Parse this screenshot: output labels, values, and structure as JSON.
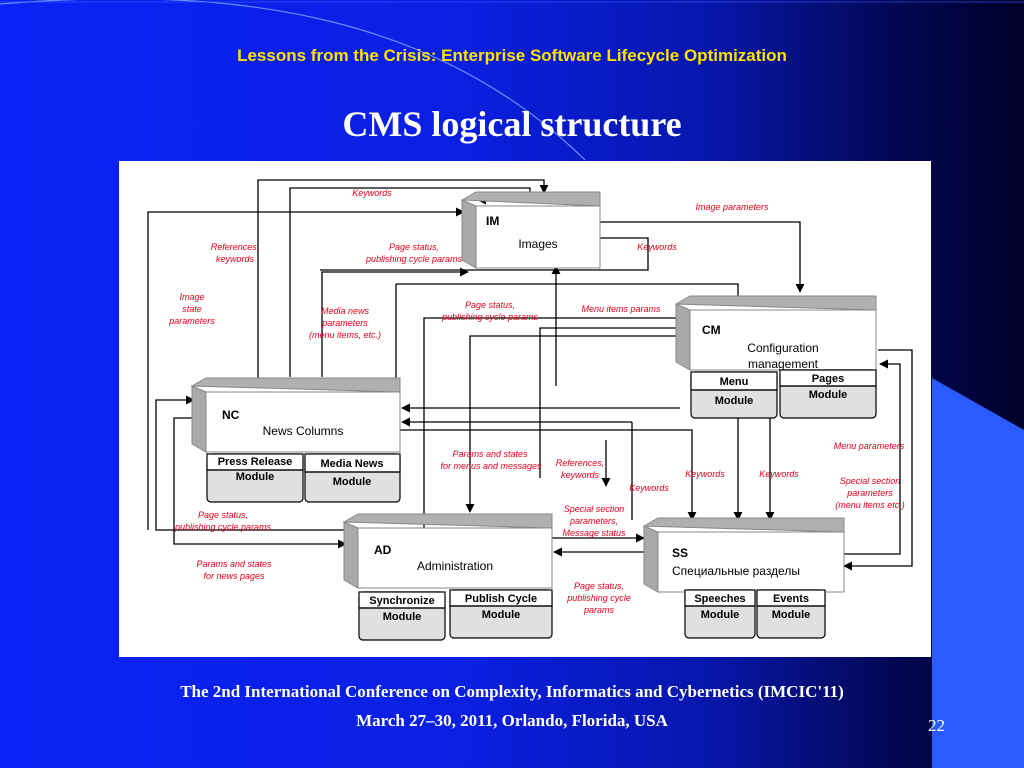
{
  "slide": {
    "header": "Lessons from the Crisis: Enterprise Software Lifecycle Optimization",
    "title": "CMS logical structure",
    "footer_line1": "The 2nd International Conference on Complexity, Informatics and Cybernetics  (IMCIC'11)",
    "footer_line2": "March 27–30, 2011, Orlando, Florida, USA",
    "page_number": "22",
    "colors": {
      "header": "#ffe100",
      "background": "#0a1fe2",
      "edge_labels": "#e8001c"
    }
  },
  "diagram": {
    "blocks": {
      "im": {
        "code": "IM",
        "name": "Images"
      },
      "cm": {
        "code": "CM",
        "name_line1": "Configuration",
        "name_line2": "management"
      },
      "nc": {
        "code": "NC",
        "name": "News Columns"
      },
      "ad": {
        "code": "AD",
        "name": "Administration"
      },
      "ss": {
        "code": "SS",
        "name": "Специальные разделы"
      }
    },
    "modules": {
      "cm_menu": {
        "title": "Menu",
        "sub": "Module"
      },
      "cm_pages": {
        "title": "Pages",
        "sub": "Module"
      },
      "nc_press": {
        "title": "Press Release",
        "sub": "Module"
      },
      "nc_media": {
        "title": "Media News",
        "sub": "Module"
      },
      "ad_sync": {
        "title": "Synchronize",
        "sub": "Module"
      },
      "ad_publish": {
        "title": "Publish Cycle",
        "sub": "Module"
      },
      "ss_speeches": {
        "title": "Speeches",
        "sub": "Module"
      },
      "ss_events": {
        "title": "Events",
        "sub": "Module"
      }
    },
    "edge_labels": {
      "keywords_top": "Keywords",
      "image_parameters": "Image parameters",
      "references_keywords_1": "References,",
      "references_keywords_2": "keywords",
      "page_status_1a": "Page status,",
      "page_status_1b": "publishing cycle params",
      "keywords_im": "Keywords",
      "image_state_1": "Image",
      "image_state_2": "state",
      "image_state_3": "parameters",
      "media_news_1": "Media news",
      "media_news_2": "parameters",
      "media_news_3": "(menu items, etc.)",
      "page_status_2a": "Page status,",
      "page_status_2b": "publishing cycle params",
      "menu_items_params": "Menu items params",
      "params_states_menus_1": "Params and states",
      "params_states_menus_2": "for menus and messages",
      "references_keywords_b1": "References,",
      "references_keywords_b2": "keywords",
      "keywords_mid1": "Keywords",
      "keywords_mid2": "Keywords",
      "keywords_mid3": "Keywords",
      "menu_parameters": "Menu parameters",
      "special_section_r1": "Special section",
      "special_section_r2": "parameters",
      "special_section_r3": "(menu items etc.)",
      "page_status_3a": "Page status,",
      "page_status_3b": "publishing cycle params",
      "special_section_m1": "Special section",
      "special_section_m2": "parameters,",
      "special_section_m3": "Message status",
      "params_states_news_1": "Params and states",
      "params_states_news_2": "for news pages",
      "page_status_4a": "Page status,",
      "page_status_4b": "publishing cycle",
      "page_status_4c": "params"
    }
  }
}
